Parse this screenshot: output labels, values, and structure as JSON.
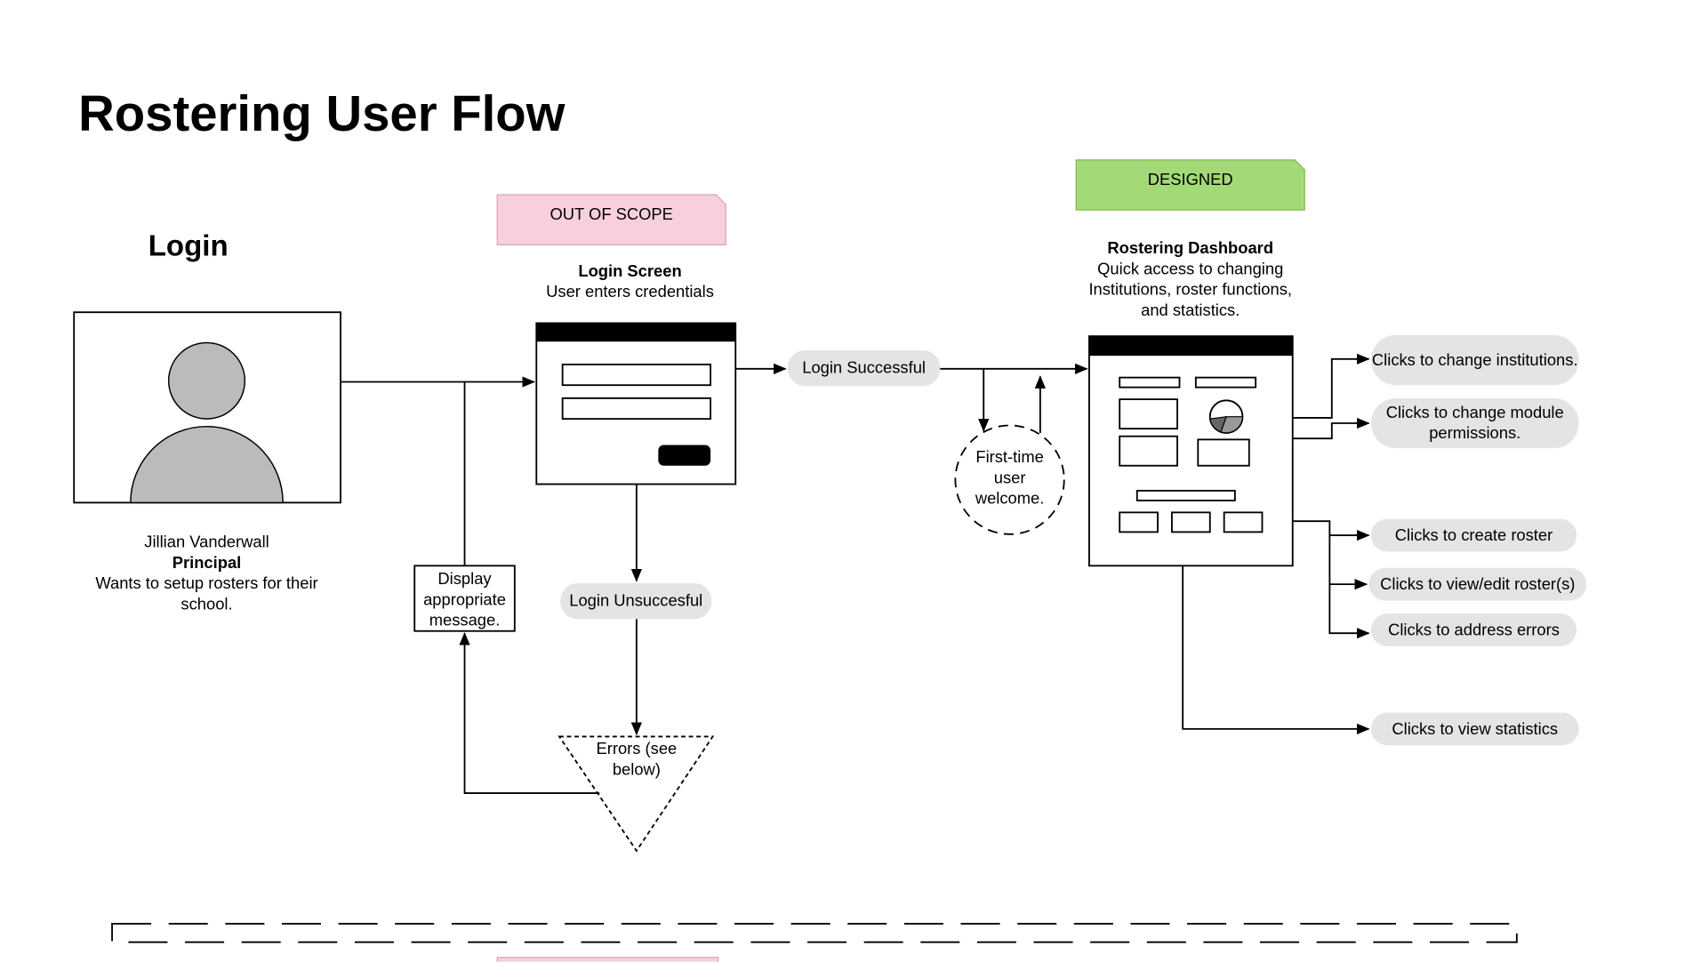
{
  "title": "Rostering User Flow",
  "section": "Login",
  "persona": {
    "name": "Jillian Vanderwall",
    "role": "Principal",
    "goal": "Wants to setup rosters for their school."
  },
  "notes": {
    "out_of_scope": "OUT OF SCOPE",
    "designed": "DESIGNED"
  },
  "colors": {
    "out_of_scope_fill": "#f8d0dc",
    "designed_fill": "#a3d977",
    "pill_fill": "#e4e4e4",
    "avatar_fill": "#bbbbbb"
  },
  "login_screen": {
    "title": "Login Screen",
    "desc": "User enters credentials"
  },
  "dashboard": {
    "title": "Rostering Dashboard",
    "desc": "Quick access to changing Institutions, roster functions, and statistics."
  },
  "flow": {
    "login_successful": "Login Successful",
    "login_unsuccessful": "Login Unsuccesful",
    "display_message": "Display appropriate message.",
    "errors": "Errors (see below)",
    "first_time_welcome": "First-time user welcome."
  },
  "actions": [
    "Clicks to change institutions.",
    "Clicks to change module permissions.",
    "Clicks to create roster",
    "Clicks to view/edit roster(s)",
    "Clicks to address errors",
    "Clicks to view statistics"
  ]
}
